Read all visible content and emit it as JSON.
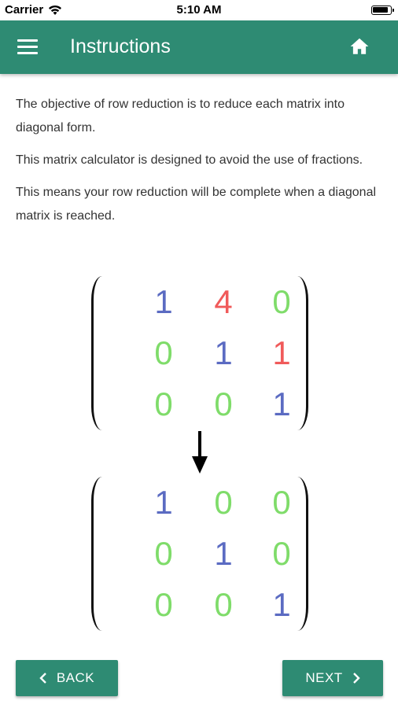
{
  "status_bar": {
    "carrier": "Carrier",
    "time": "5:10 AM"
  },
  "app_bar": {
    "title": "Instructions"
  },
  "content": {
    "paragraphs": [
      "The objective of row reduction is to reduce each matrix into diagonal form.",
      "This matrix calculator is designed to avoid the use of fractions.",
      "This means your row reduction will be complete when a diagonal matrix is reached."
    ]
  },
  "matrices": {
    "before": [
      [
        "1",
        "4",
        "0"
      ],
      [
        "0",
        "1",
        "1"
      ],
      [
        "0",
        "0",
        "1"
      ]
    ],
    "after": [
      [
        "1",
        "0",
        "0"
      ],
      [
        "0",
        "1",
        "0"
      ],
      [
        "0",
        "0",
        "1"
      ]
    ]
  },
  "colors": {
    "primary": "#2e8b73",
    "diagonal_one": "#5b6bc2",
    "zero": "#7fdc6a",
    "off_diagonal_nonzero": "#f05a5a"
  },
  "icons": {
    "menu": "menu-icon",
    "home": "home-icon",
    "down_arrow": "down-arrow-icon",
    "chevron_left": "chevron-left-icon",
    "chevron_right": "chevron-right-icon"
  },
  "nav": {
    "back_label": "BACK",
    "next_label": "NEXT"
  }
}
